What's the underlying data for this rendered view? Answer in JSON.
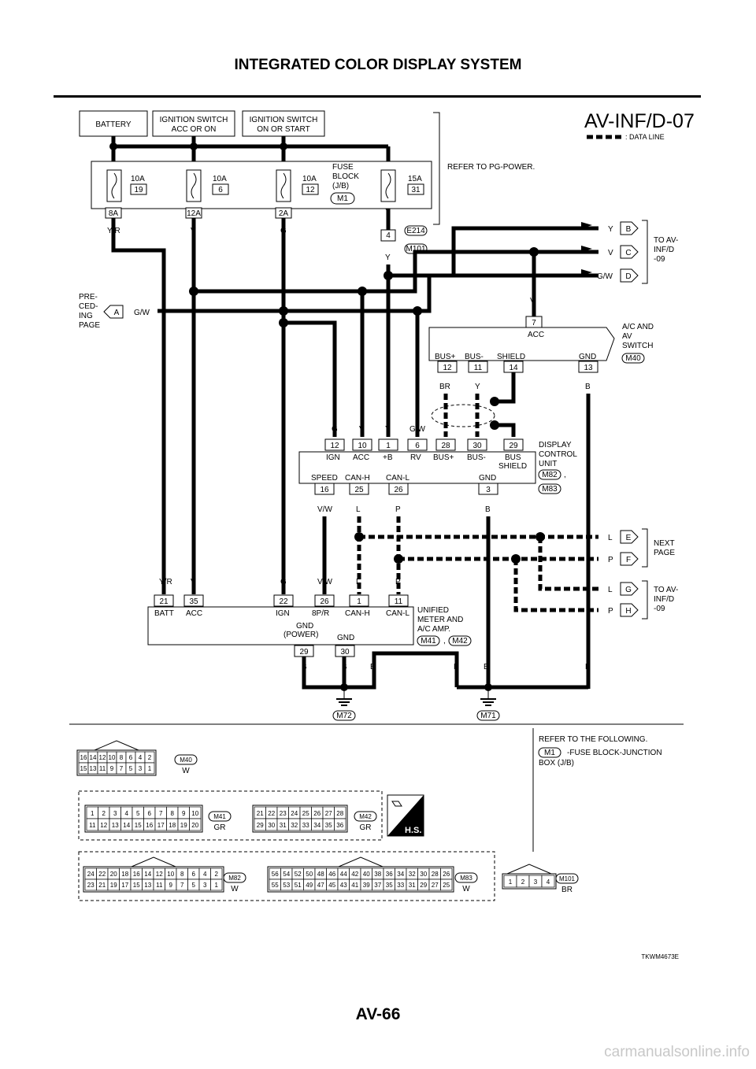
{
  "header": {
    "title": "INTEGRATED COLOR DISPLAY SYSTEM"
  },
  "footer": {
    "page_number": "AV-66",
    "figure_code": "TKWM4673E",
    "watermark": "carmanualsonline.info"
  },
  "diagram": {
    "code": "AV-INF/D-07",
    "data_line_legend": ": DATA LINE",
    "power_sources": [
      "BATTERY",
      "IGNITION SWITCH\nACC OR ON",
      "IGNITION SWITCH\nON OR START"
    ],
    "refer_to": "REFER TO PG-POWER.",
    "fuse_block": {
      "label": "FUSE\nBLOCK\n(J/B)",
      "connector": "M1",
      "fuses": [
        {
          "amp": "10A",
          "num": "19",
          "term": "8A",
          "wire": "Y/R"
        },
        {
          "amp": "10A",
          "num": "6",
          "term": "12A",
          "wire": "V"
        },
        {
          "amp": "10A",
          "num": "12",
          "term": "2A",
          "wire": "G"
        },
        {
          "amp": "15A",
          "num": "31",
          "term": "",
          "wire": "Y"
        }
      ]
    },
    "joint": {
      "pin": "4",
      "conn_a": "E214",
      "conn_b": "M101",
      "wire_in": "Y",
      "wire_out": "Y"
    },
    "to_av_inf_09_top": {
      "label": "TO AV-\nINF/D\n-09",
      "wires": [
        {
          "w": "Y",
          "t": "B"
        },
        {
          "w": "V",
          "t": "C"
        },
        {
          "w": "G/W",
          "t": "D"
        }
      ]
    },
    "preceding_page": {
      "label": "PRE-\nCED-\nING\nPAGE",
      "term": "A",
      "wire": "G/W"
    },
    "ac_av_switch": {
      "label": "A/C AND\nAV\nSWITCH",
      "connector": "M40",
      "acc_pin": "7",
      "acc_label": "ACC",
      "acc_wire": "V",
      "pins": [
        {
          "n": "12",
          "l": "BUS+",
          "w": "BR"
        },
        {
          "n": "11",
          "l": "BUS-",
          "w": "Y"
        },
        {
          "n": "14",
          "l": "SHIELD",
          "w": ""
        },
        {
          "n": "13",
          "l": "GND",
          "w": "B"
        }
      ]
    },
    "display_control_unit": {
      "label": "DISPLAY\nCONTROL\nUNIT",
      "connectors": [
        "M82",
        "M83"
      ],
      "top_pins": [
        {
          "n": "12",
          "l": "IGN",
          "w": "G"
        },
        {
          "n": "10",
          "l": "ACC",
          "w": "V"
        },
        {
          "n": "1",
          "l": "+B",
          "w": "Y"
        },
        {
          "n": "6",
          "l": "RV",
          "w": "G/W"
        },
        {
          "n": "28",
          "l": "BUS+",
          "w": ""
        },
        {
          "n": "30",
          "l": "BUS-",
          "w": ""
        },
        {
          "n": "29",
          "l": "BUS\nSHIELD",
          "w": ""
        }
      ],
      "bottom_pins": [
        {
          "n": "16",
          "l": "SPEED",
          "w": "V/W"
        },
        {
          "n": "25",
          "l": "CAN-H",
          "w": "L"
        },
        {
          "n": "26",
          "l": "CAN-L",
          "w": "P"
        },
        {
          "n": "3",
          "l": "GND",
          "w": "B"
        }
      ]
    },
    "next_page": {
      "label": "NEXT\nPAGE",
      "wires": [
        {
          "w": "L",
          "t": "E"
        },
        {
          "w": "P",
          "t": "F"
        }
      ]
    },
    "to_av_inf_09_bottom": {
      "label": "TO AV-\nINF/D\n-09",
      "wires": [
        {
          "w": "L",
          "t": "G"
        },
        {
          "w": "P",
          "t": "H"
        }
      ]
    },
    "unified_meter": {
      "label": "UNIFIED\nMETER AND\nA/C AMP.",
      "connectors": [
        "M41",
        "M42"
      ],
      "gnd_power": "GND\n(POWER)",
      "gnd": "GND",
      "top_pins": [
        {
          "n": "21",
          "l": "BATT",
          "w": "Y/R"
        },
        {
          "n": "35",
          "l": "ACC",
          "w": "V"
        },
        {
          "n": "22",
          "l": "IGN",
          "w": "G"
        },
        {
          "n": "26",
          "l": "8P/R",
          "w": "V/W"
        },
        {
          "n": "1",
          "l": "CAN-H",
          "w": "L"
        },
        {
          "n": "11",
          "l": "CAN-L",
          "w": "P"
        }
      ],
      "bottom_pins": [
        {
          "n": "29",
          "w": "B"
        },
        {
          "n": "30",
          "w": "B"
        }
      ]
    },
    "grounds": [
      "M72",
      "M71"
    ],
    "ground_wire": "B"
  },
  "connectors_section": {
    "refer_text": "REFER TO THE FOLLOWING.",
    "refer_item_conn": "M1",
    "refer_item_text": "-FUSE BLOCK-JUNCTION\nBOX (J/B)",
    "hs_label": "H.S.",
    "connectors": [
      {
        "id": "M40",
        "color": "W",
        "rows": [
          [
            "16",
            "14",
            "12",
            "10",
            "8",
            "6",
            "4",
            "2"
          ],
          [
            "15",
            "13",
            "11",
            "9",
            "7",
            "5",
            "3",
            "1"
          ]
        ]
      },
      {
        "id": "M41",
        "color": "GR",
        "rows": [
          [
            "1",
            "2",
            "3",
            "4",
            "5",
            "6",
            "7",
            "8",
            "9",
            "10"
          ],
          [
            "11",
            "12",
            "13",
            "14",
            "15",
            "16",
            "17",
            "18",
            "19",
            "20"
          ]
        ]
      },
      {
        "id": "M42",
        "color": "GR",
        "rows": [
          [
            "21",
            "22",
            "23",
            "24",
            "25",
            "26",
            "27",
            "28"
          ],
          [
            "29",
            "30",
            "31",
            "32",
            "33",
            "34",
            "35",
            "36"
          ]
        ]
      },
      {
        "id": "M82",
        "color": "W",
        "rows": [
          [
            "24",
            "22",
            "20",
            "18",
            "16",
            "14",
            "12",
            "10",
            "8",
            "6",
            "4",
            "2"
          ],
          [
            "23",
            "21",
            "19",
            "17",
            "15",
            "13",
            "11",
            "9",
            "7",
            "5",
            "3",
            "1"
          ]
        ]
      },
      {
        "id": "M83",
        "color": "W",
        "rows": [
          [
            "56",
            "54",
            "52",
            "50",
            "48",
            "46",
            "44",
            "42",
            "40",
            "38",
            "36",
            "34",
            "32",
            "30",
            "28",
            "26"
          ],
          [
            "55",
            "53",
            "51",
            "49",
            "47",
            "45",
            "43",
            "41",
            "39",
            "37",
            "35",
            "33",
            "31",
            "29",
            "27",
            "25"
          ]
        ]
      },
      {
        "id": "M101",
        "color": "BR",
        "rows": [
          [
            "1",
            "2",
            "3",
            "4"
          ]
        ]
      }
    ]
  }
}
